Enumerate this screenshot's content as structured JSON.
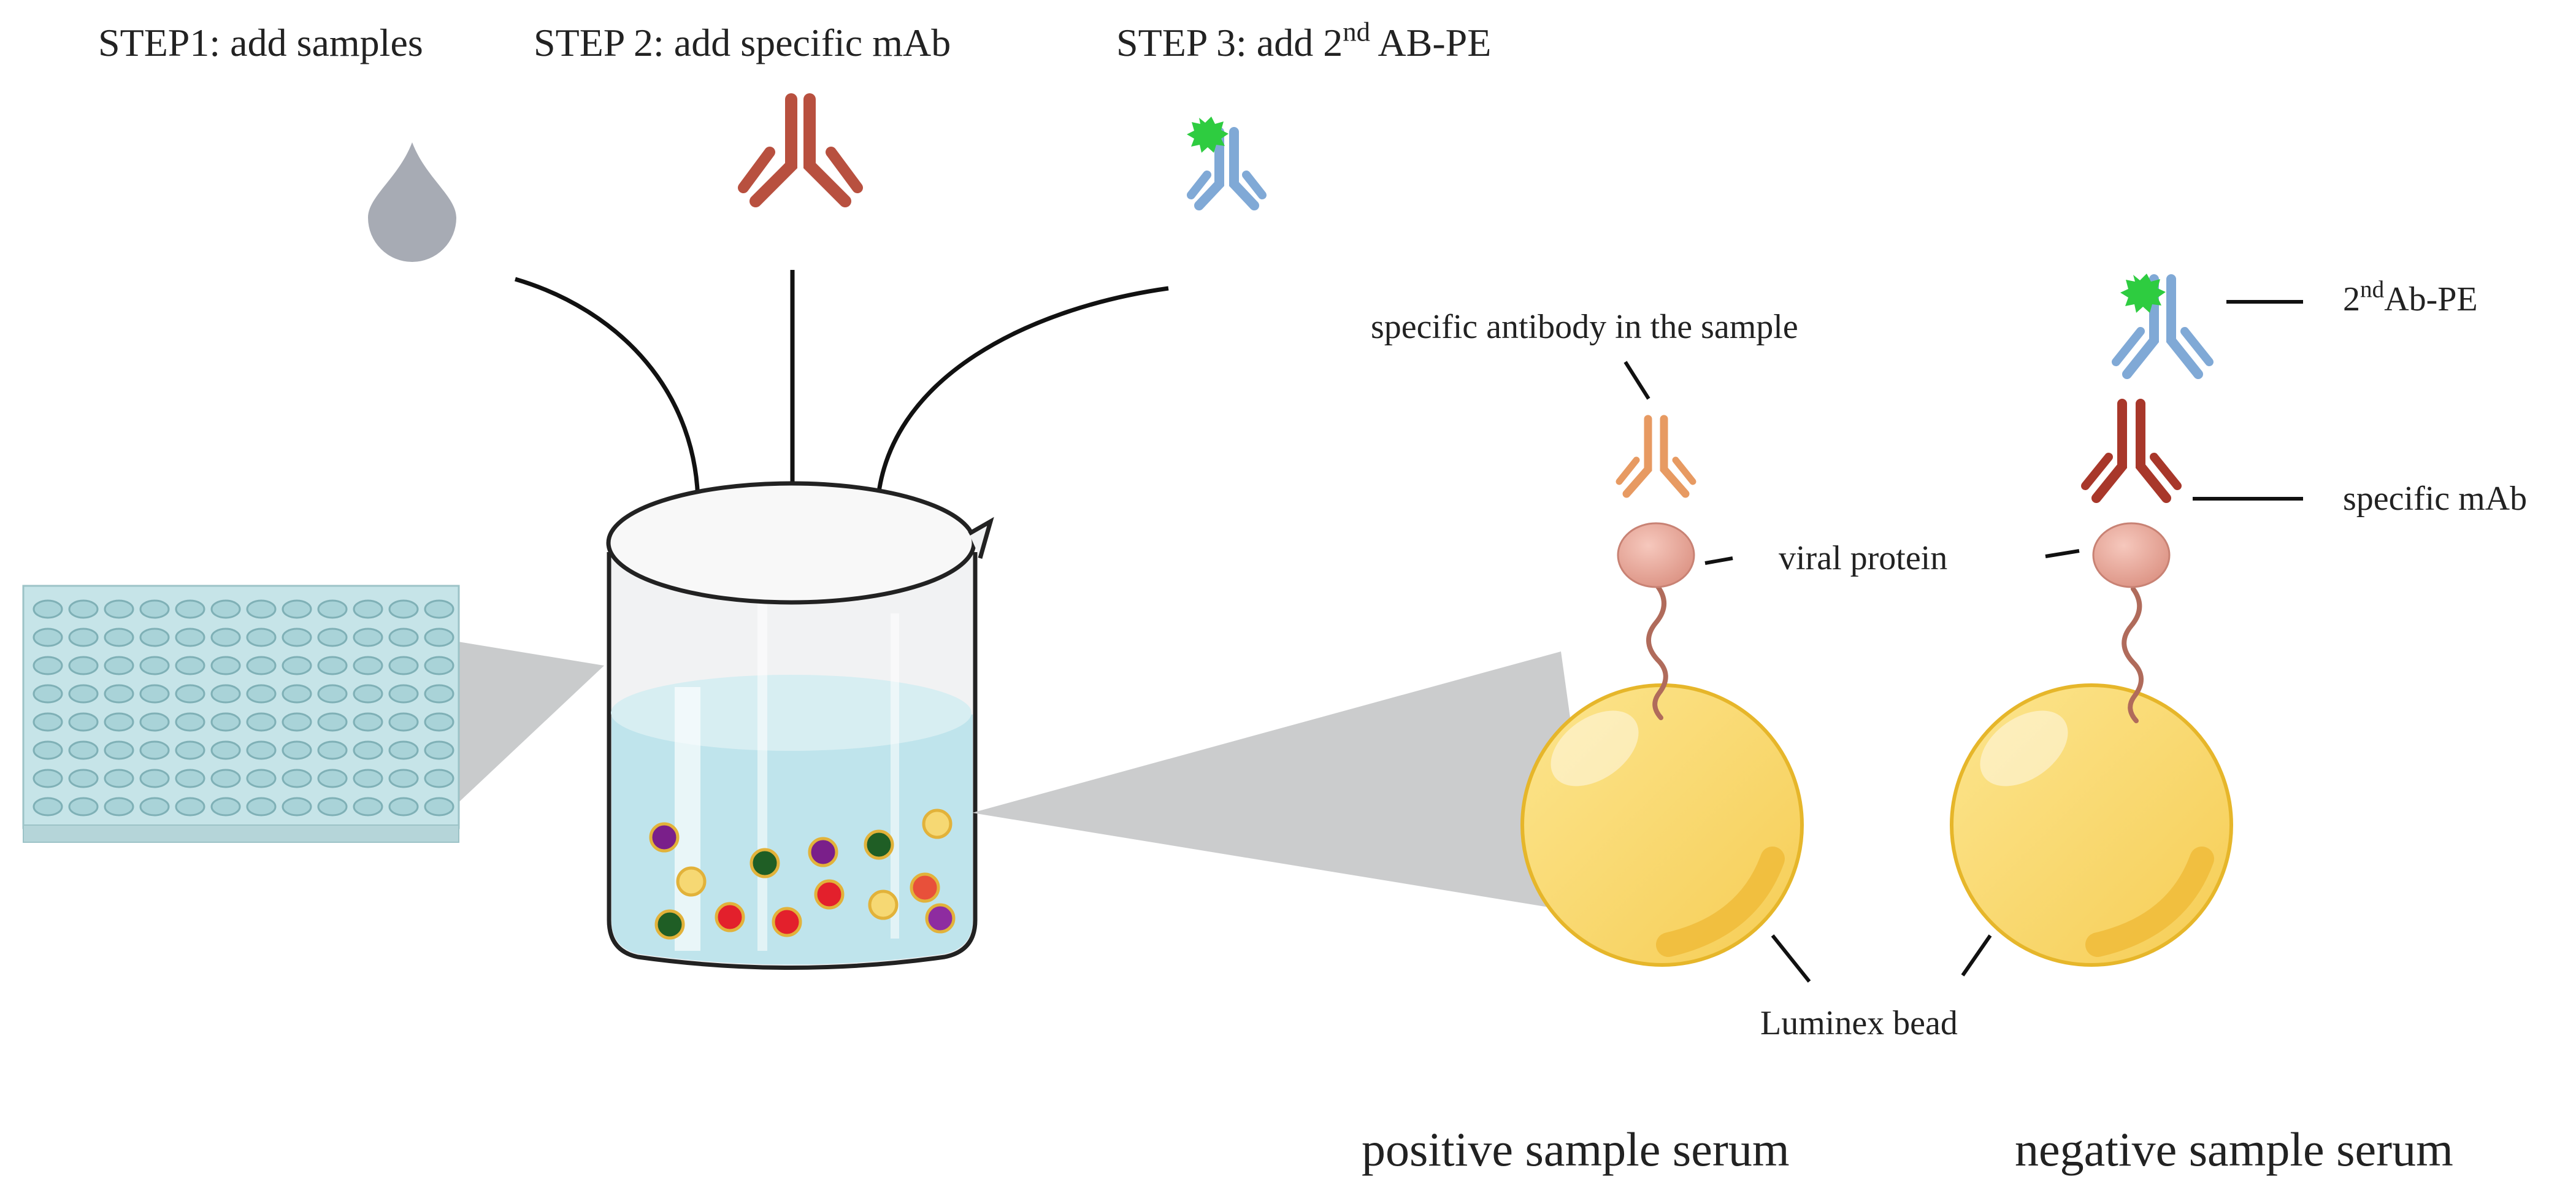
{
  "steps": [
    {
      "prefix": "STEP1: add samples",
      "sup": "",
      "suffix": ""
    },
    {
      "prefix": "STEP 2: add specific mAb",
      "sup": "",
      "suffix": ""
    },
    {
      "prefix": "STEP 3: add 2",
      "sup": "nd",
      "suffix": " AB-PE"
    }
  ],
  "labels": {
    "specific_antibody": "specific antibody in the sample",
    "viral_protein": "viral protein",
    "second_ab_prefix": "2",
    "second_ab_sup": "nd",
    "second_ab_suffix": "Ab-PE",
    "specific_mab": "specific mAb",
    "luminex_bead": "Luminex bead",
    "positive": "positive sample serum",
    "negative": "negative sample serum"
  },
  "colors": {
    "drop": "#a7abb4",
    "specific_mab": "#b8503f",
    "secondary_ab": "#80a9d6",
    "pe_label": "#2ecc40",
    "sample_antibody": "#e79a62",
    "viral_protein": "#e9a99c",
    "bead": "#f8d66a",
    "bead_edge": "#e6b62a",
    "liquid": "#bfe4ec",
    "plate": "#c6e4e8"
  },
  "beads_in_beaker": [
    {
      "color": "#7a1f8a"
    },
    {
      "color": "#f6d873"
    },
    {
      "color": "#1f5e25"
    },
    {
      "color": "#7a1f8a"
    },
    {
      "color": "#1f5e25"
    },
    {
      "color": "#f6d873"
    },
    {
      "color": "#e3202c"
    },
    {
      "color": "#e3202c"
    },
    {
      "color": "#e8503a"
    },
    {
      "color": "#1f5e25"
    },
    {
      "color": "#e3202c"
    },
    {
      "color": "#f6d873"
    },
    {
      "color": "#8e2ca0"
    }
  ]
}
